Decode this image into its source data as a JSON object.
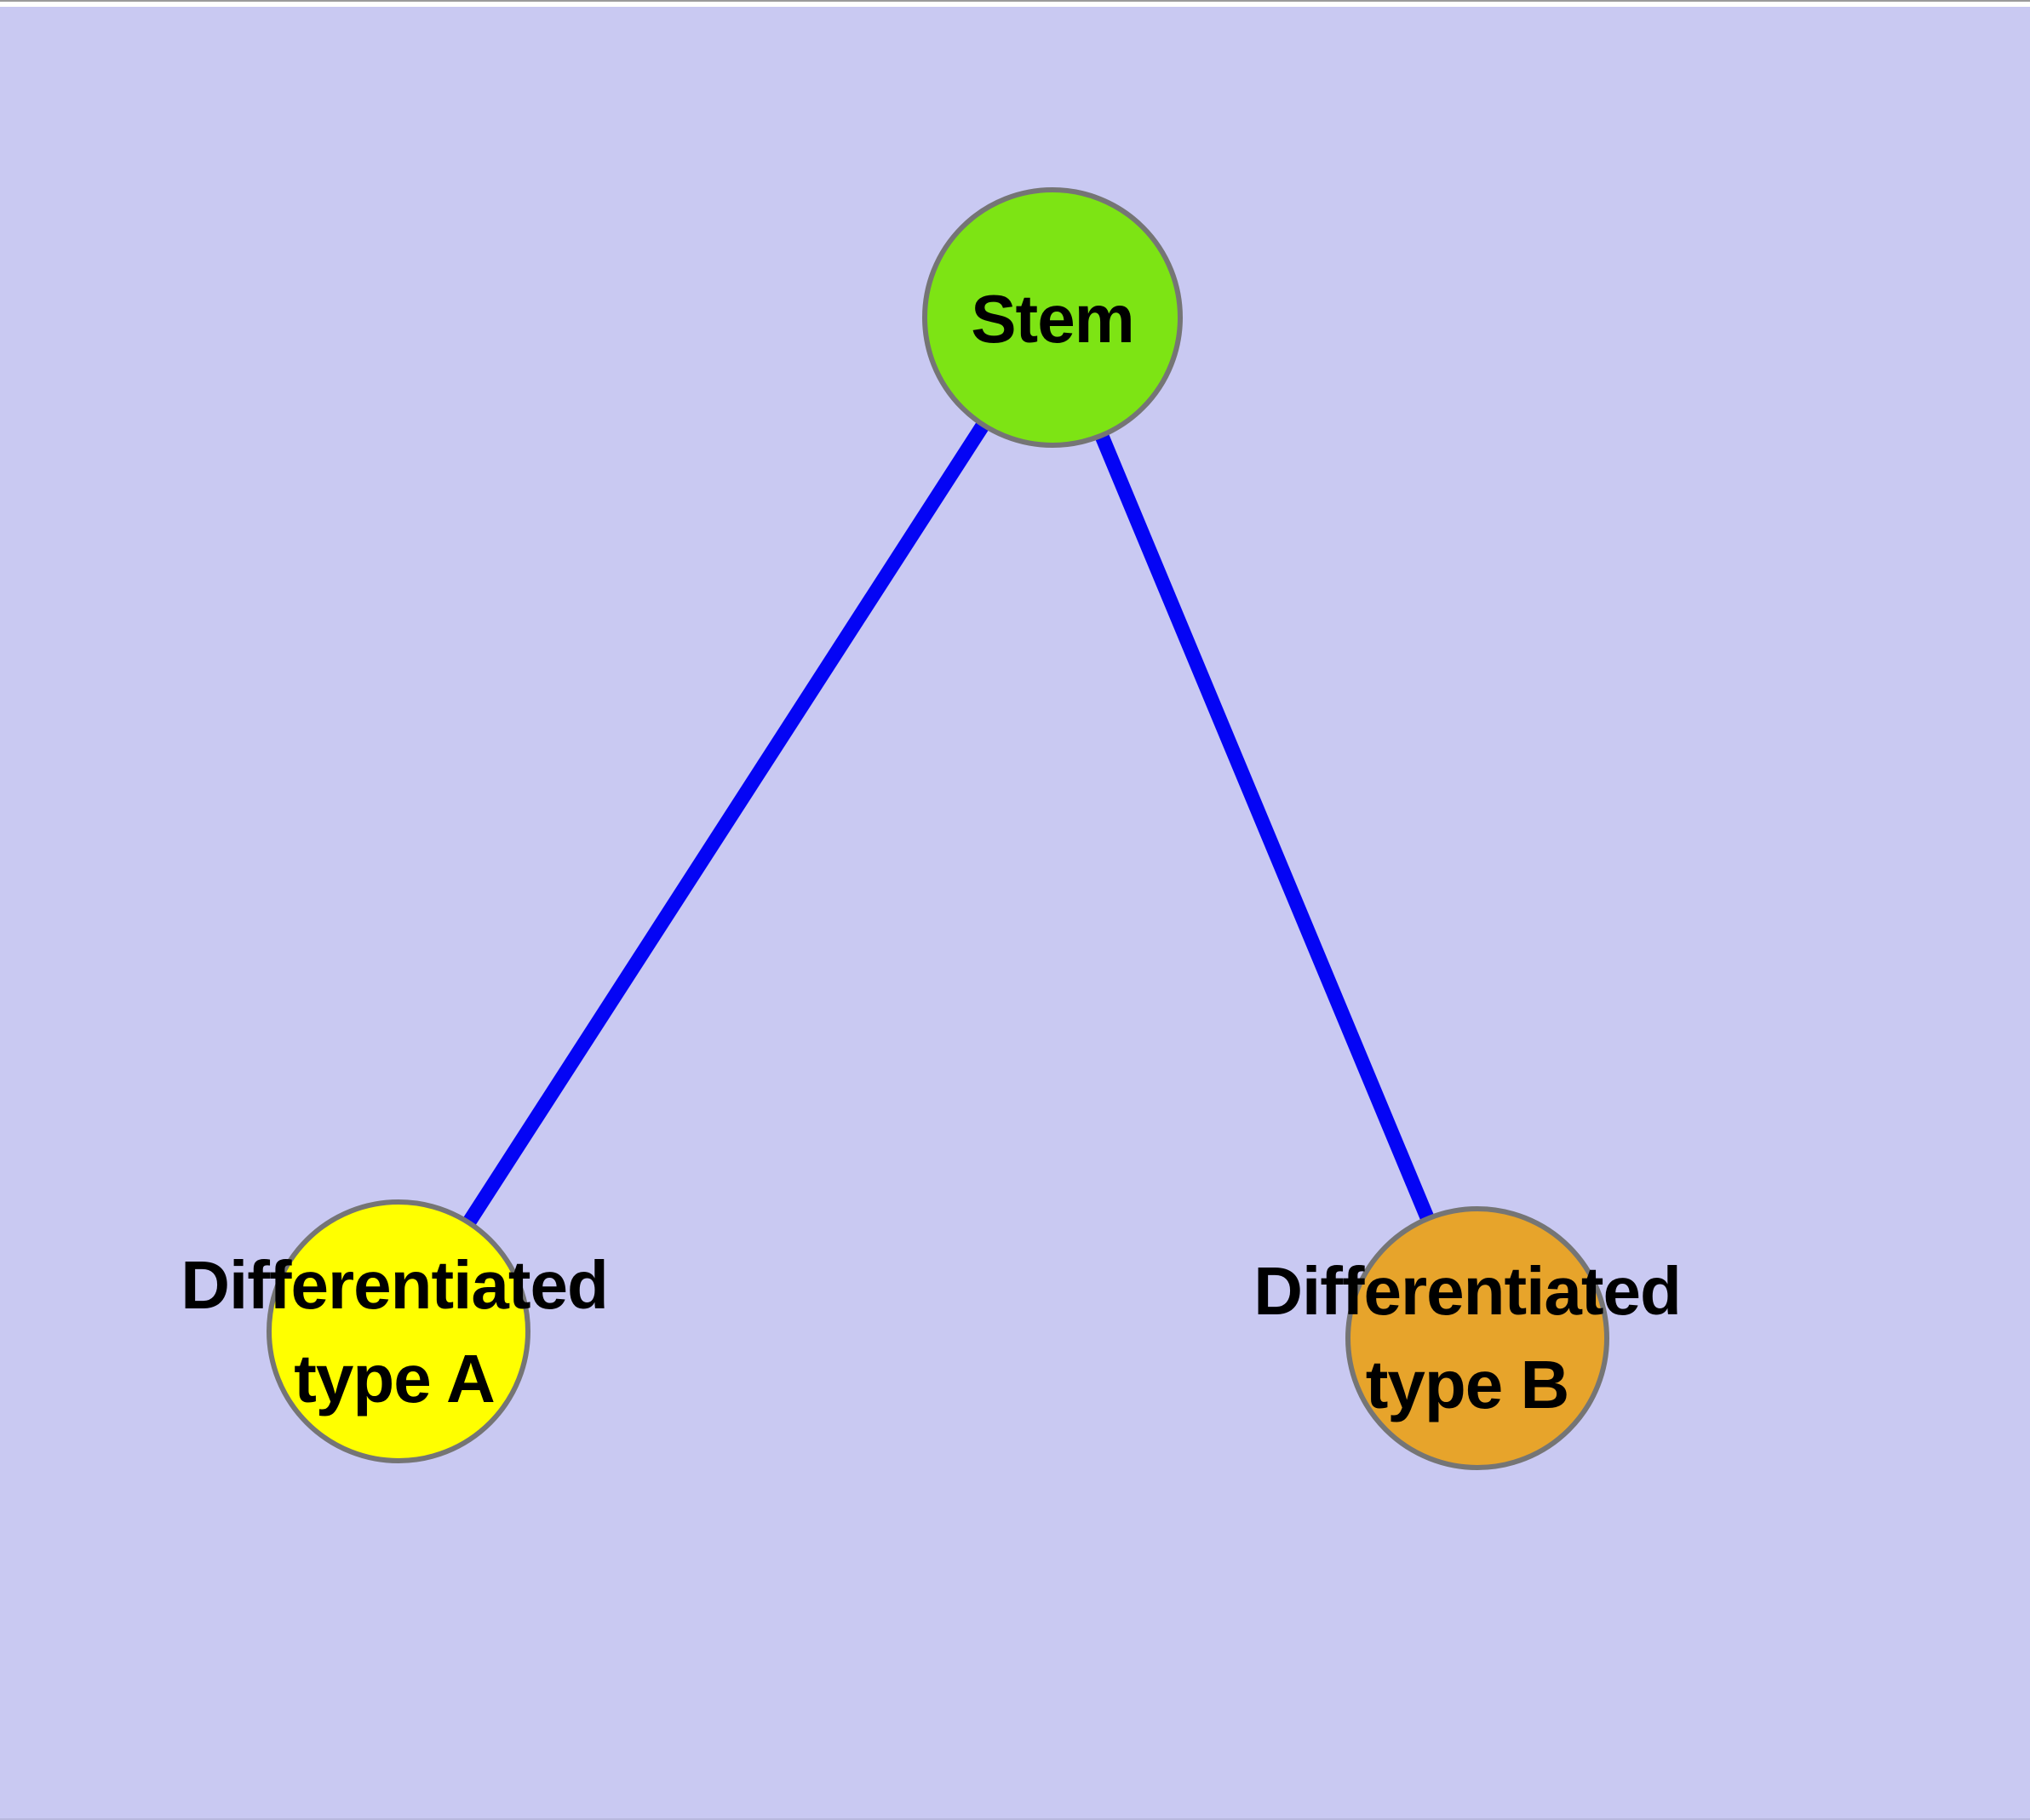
{
  "canvas": {
    "background_color": "#c9c9f2",
    "top_border_color": "#9b9b9b",
    "top_strip_color": "#ffffff",
    "bottom_line_color": "#b9b9de"
  },
  "graph": {
    "edge_color": "#0404f5",
    "node_border_color": "#757575",
    "nodes": [
      {
        "id": "stem",
        "label": "Stem",
        "fill": "#7de414"
      },
      {
        "id": "diff-a",
        "label": "Differentiated\ntype A",
        "fill": "#ffff00"
      },
      {
        "id": "diff-b",
        "label": "Differentiated\ntype B",
        "fill": "#e7a42b"
      }
    ],
    "edges": [
      {
        "id": "stem-to-diff-a",
        "from": "stem",
        "to": "diff-a"
      },
      {
        "id": "stem-to-diff-b",
        "from": "stem",
        "to": "diff-b"
      }
    ]
  }
}
